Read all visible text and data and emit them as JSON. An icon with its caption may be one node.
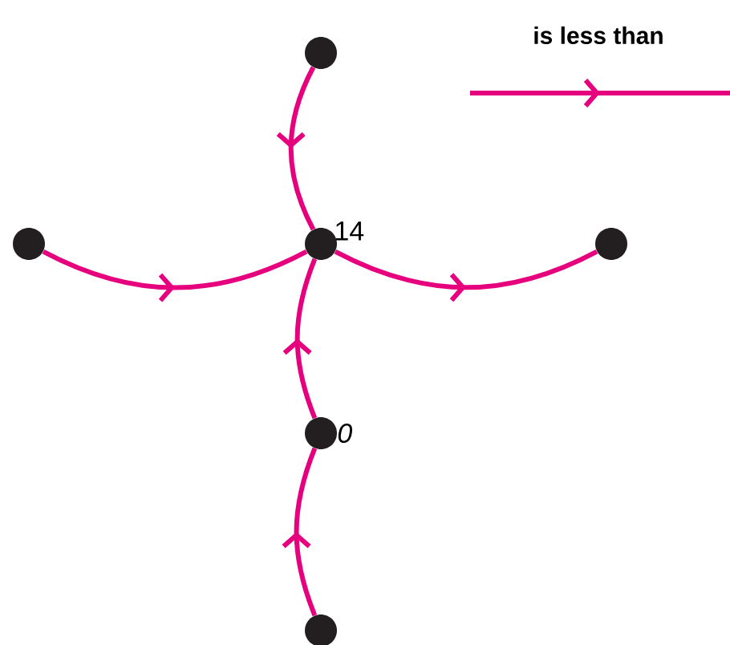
{
  "diagram": {
    "nodes": [
      {
        "text": [],
        "shape": "circle"
      },
      {
        "text": [],
        "shape": "circle"
      },
      {
        "text": [],
        "shape": "circle",
        "beside": [
          "14"
        ]
      },
      {
        "text": [],
        "shape": "circle"
      },
      {
        "text": [],
        "shape": "circle",
        "beside": [
          "0"
        ]
      },
      {
        "text": [],
        "shape": "circle"
      }
    ],
    "edges": [
      {
        "from": 0,
        "to": 2,
        "arrow": "to"
      },
      {
        "from": 1,
        "to": 2,
        "arrow": "to"
      },
      {
        "from": 2,
        "to": 3,
        "arrow": "to"
      },
      {
        "from": 4,
        "to": 2,
        "arrow": "to"
      },
      {
        "from": 5,
        "to": 4,
        "arrow": "to"
      }
    ],
    "legend": [
      {
        "text": "is less than"
      }
    ]
  }
}
